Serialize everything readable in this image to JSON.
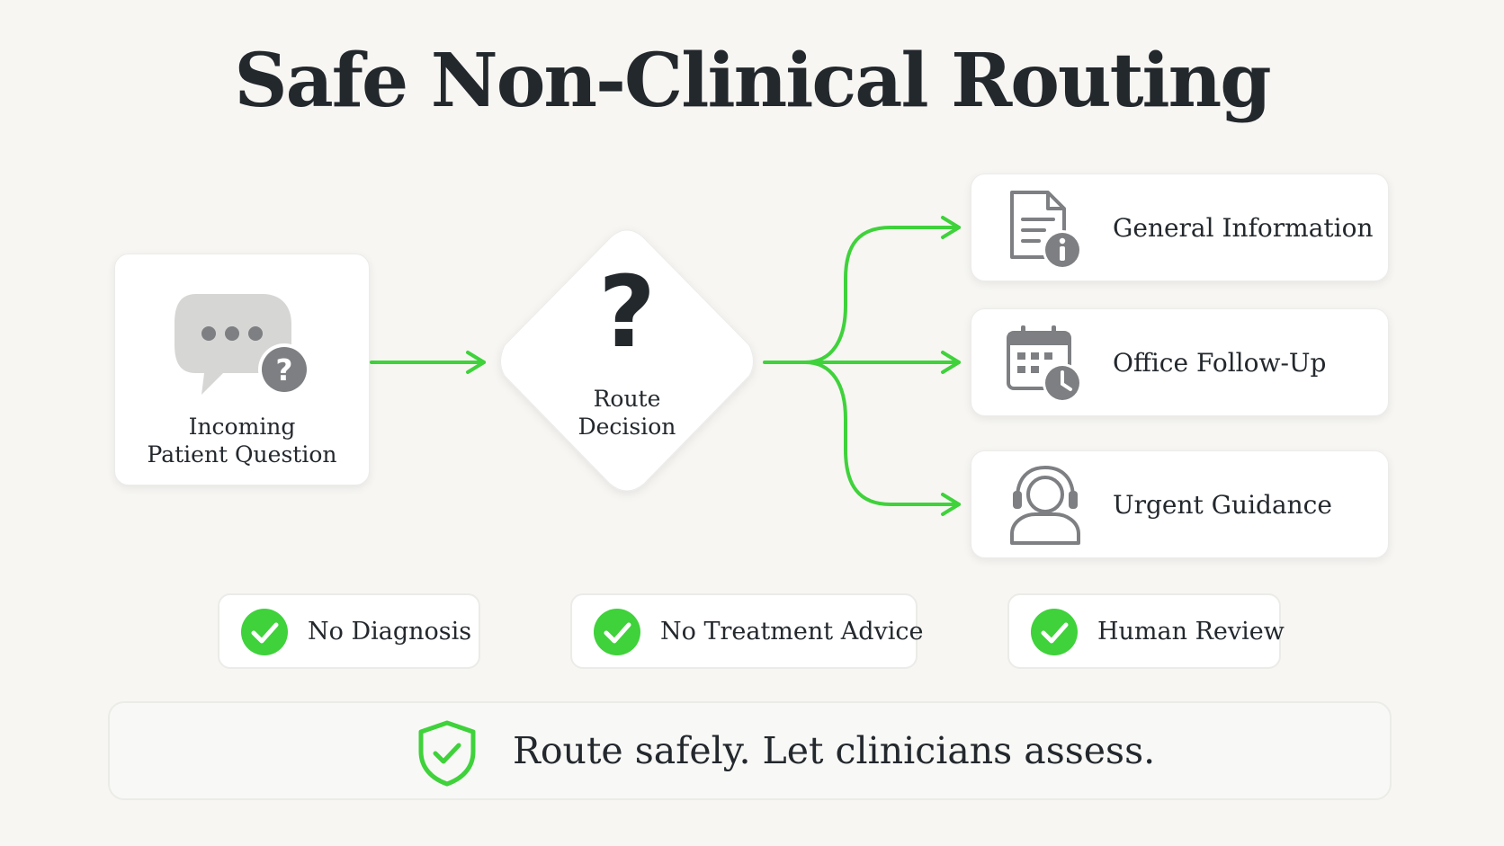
{
  "title": "Safe Non-Clinical Routing",
  "source": {
    "label_line1": "Incoming",
    "label_line2": "Patient Question",
    "icon": "speech-bubble-question-icon"
  },
  "decision": {
    "label_line1": "Route",
    "label_line2": "Decision",
    "icon": "question-mark-icon"
  },
  "routes": [
    {
      "label": "General Information",
      "icon": "document-info-icon"
    },
    {
      "label": "Office Follow-Up",
      "icon": "calendar-clock-icon"
    },
    {
      "label": "Urgent Guidance",
      "icon": "headset-person-icon"
    }
  ],
  "safeguards": [
    {
      "label": "No Diagnosis",
      "icon": "check-circle-icon"
    },
    {
      "label": "No Treatment Advice",
      "icon": "check-circle-icon"
    },
    {
      "label": "Human Review",
      "icon": "check-circle-icon"
    }
  ],
  "footer": {
    "text": "Route safely. Let clinicians assess.",
    "icon": "shield-check-icon"
  },
  "colors": {
    "accent_green": "#3fd23b",
    "text_dark": "#23282d",
    "icon_gray": "#7d7f82",
    "background": "#f7f6f3"
  }
}
